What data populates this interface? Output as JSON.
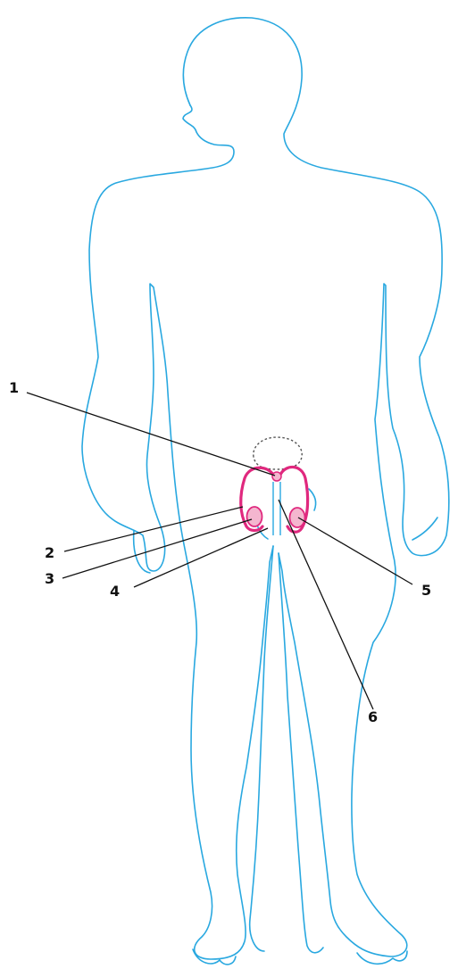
{
  "colors": {
    "background": "#ffffff",
    "body_outline": "#29a8e0",
    "organ": "#e0287e",
    "organ_fill": "#f4b6cf",
    "bladder": "#555555",
    "leader": "#111111",
    "label": "#111111"
  },
  "labels": [
    "1",
    "2",
    "3",
    "4",
    "5",
    "6"
  ]
}
